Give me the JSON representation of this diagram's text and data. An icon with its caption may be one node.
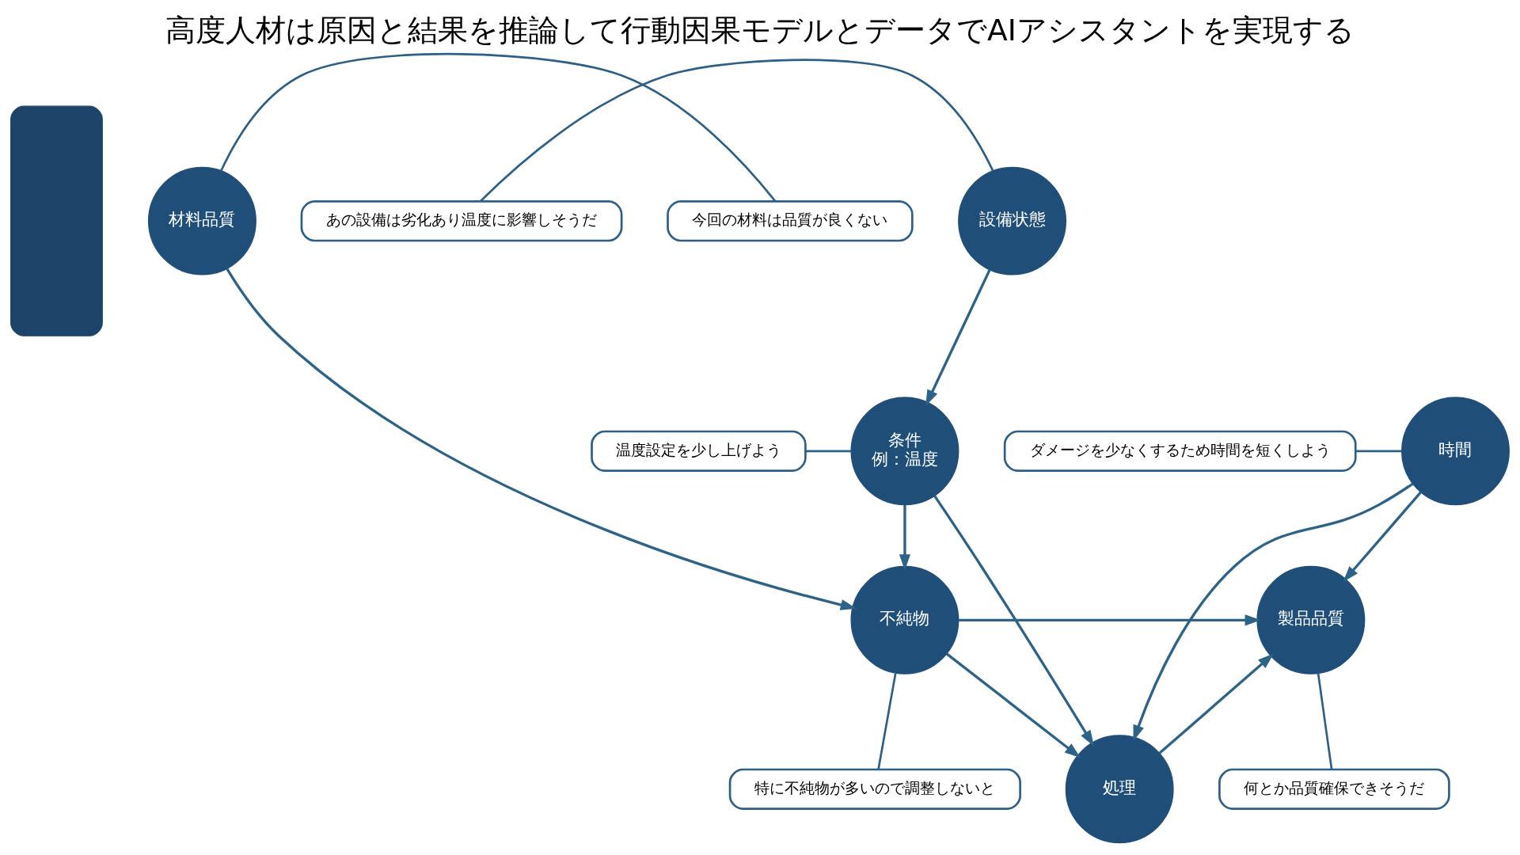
{
  "diagram": {
    "title": "高度人材は原因と結果を推論して行動因果モデルとデータでAIアシスタントを実現する",
    "nodes": [
      {
        "text": [],
        "shape": "person"
      },
      {
        "text": [
          "材料品質"
        ]
      },
      {
        "text": [
          "今回の材料は品質が良くない"
        ]
      },
      {
        "text": [
          "設備状態"
        ]
      },
      {
        "text": [
          "あの設備は劣化あり温度に影響しそうだ"
        ]
      },
      {
        "text": [
          "条件",
          "例：温度"
        ]
      },
      {
        "text": [
          "温度設定を少し上げよう"
        ]
      },
      {
        "text": [
          "時間"
        ]
      },
      {
        "text": [
          "ダメージを少なくするため時間を短くしよう"
        ]
      },
      {
        "text": [
          "不純物"
        ]
      },
      {
        "text": [
          "製品品質"
        ]
      },
      {
        "text": [
          "特に不純物が多いので調整しないと"
        ]
      },
      {
        "text": [
          "処理"
        ]
      },
      {
        "text": [
          "何とか品質確保できそうだ"
        ]
      }
    ],
    "edges": [
      {
        "from": 1,
        "to": 9,
        "arrow": "to"
      },
      {
        "from": 3,
        "to": 5,
        "arrow": "to"
      },
      {
        "from": 5,
        "to": 9,
        "arrow": "to"
      },
      {
        "from": 5,
        "to": 12,
        "arrow": "to"
      },
      {
        "from": 7,
        "to": 12,
        "arrow": "to"
      },
      {
        "from": 7,
        "to": 10,
        "arrow": "to"
      },
      {
        "from": 9,
        "to": 10,
        "arrow": "to"
      },
      {
        "from": 9,
        "to": 12,
        "arrow": "to"
      },
      {
        "from": 12,
        "to": 10,
        "arrow": "to"
      },
      {
        "from": 2,
        "to": 1,
        "arrow": "none"
      },
      {
        "from": 4,
        "to": 3,
        "arrow": "none"
      },
      {
        "from": 6,
        "to": 5,
        "arrow": "none"
      },
      {
        "from": 8,
        "to": 7,
        "arrow": "none"
      },
      {
        "from": 11,
        "to": 9,
        "arrow": "none"
      },
      {
        "from": 13,
        "to": 10,
        "arrow": "none"
      }
    ]
  }
}
